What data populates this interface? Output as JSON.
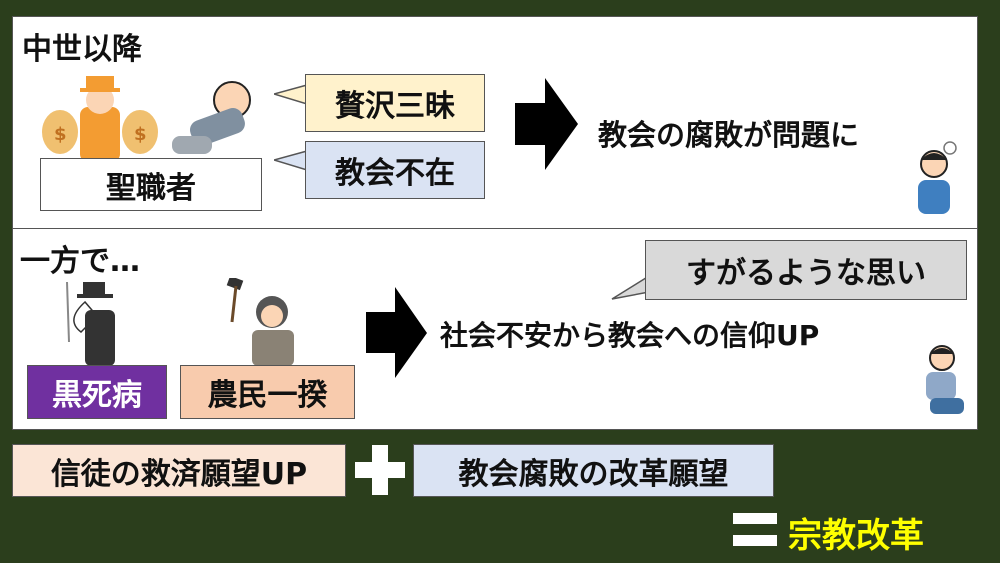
{
  "top": {
    "heading": "中世以降",
    "clergy_label": "聖職者",
    "bubble_luxury": "贅沢三昧",
    "bubble_absent": "教会不在",
    "result": "教会の腐敗が問題に"
  },
  "middle": {
    "heading": "一方で…",
    "plague_label": "黒死病",
    "uprising_label": "農民一揆",
    "thought_bubble": "すがるような思い",
    "result": "社会不安から教会への信仰UP"
  },
  "bottom": {
    "left_box": "信徒の救済願望UP",
    "right_box": "教会腐敗の改革願望",
    "conclusion": "宗教改革"
  },
  "colors": {
    "background": "#2b3e1c",
    "luxury_bg": "#fff2cc",
    "absent_bg": "#dae3f3",
    "plague_bg": "#7030a0",
    "uprising_bg": "#f8cbad",
    "conclusion": "#ffff00"
  }
}
